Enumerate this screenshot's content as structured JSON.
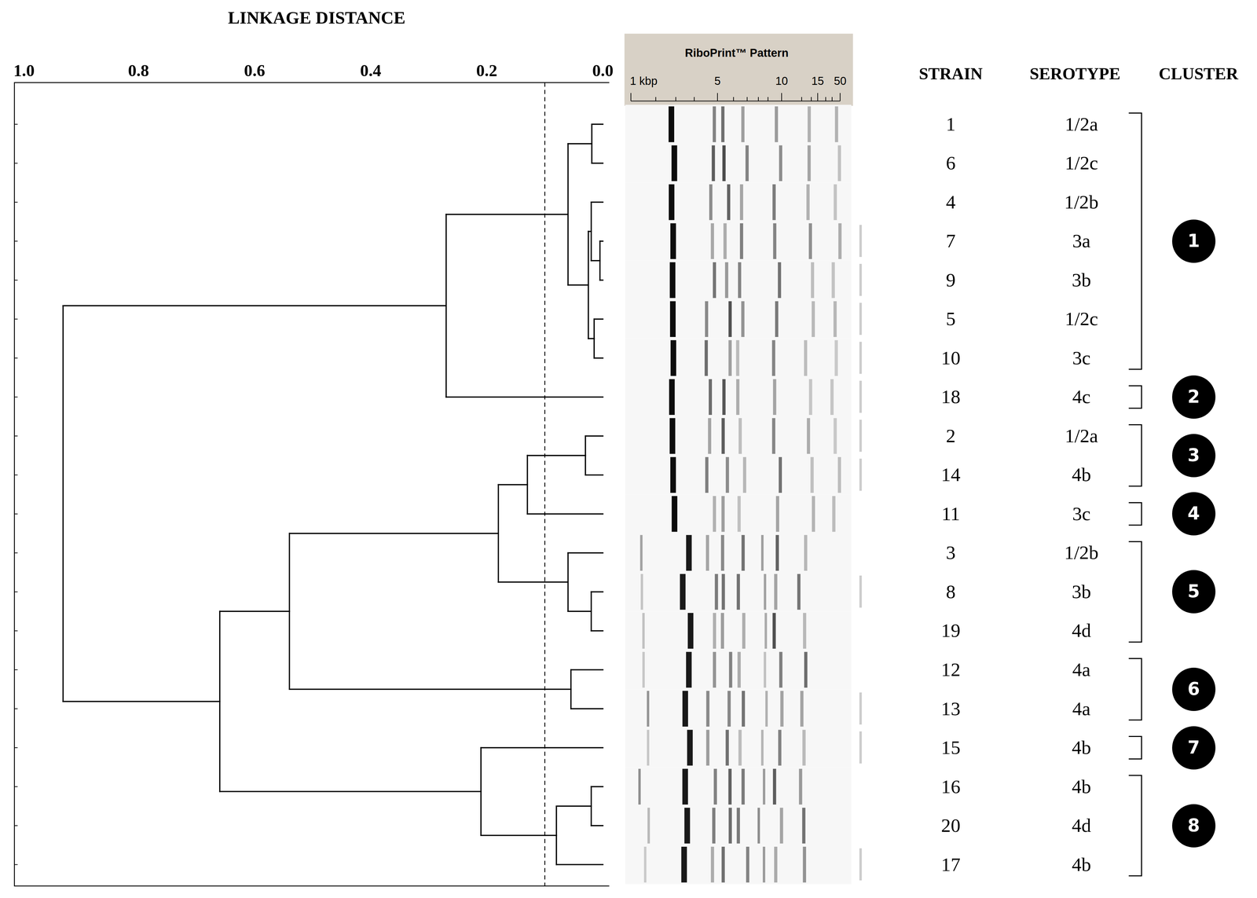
{
  "diagram": {
    "nodes": [
      {
        "text": [
          "1"
        ]
      },
      {
        "text": [
          "2"
        ]
      },
      {
        "text": [
          "3"
        ]
      },
      {
        "text": [
          "4"
        ]
      },
      {
        "text": [
          "5"
        ]
      },
      {
        "text": [
          "6"
        ]
      },
      {
        "text": [
          "7"
        ]
      },
      {
        "text": [
          "8"
        ]
      }
    ],
    "labels": [
      "LINKAGE DISTANCE",
      "1.0",
      "0.8",
      "0.6",
      "0.4",
      "0.2",
      "0.0",
      "RiboPrint™ Pattern",
      "1 kbp",
      "5",
      "10",
      "15",
      "50",
      "STRAIN",
      "SEROTYPE",
      "CLUSTER",
      "1",
      "1/2a",
      "6",
      "1/2c",
      "4",
      "1/2b",
      "7",
      "3a",
      "9",
      "3b",
      "5",
      "1/2c",
      "10",
      "3c",
      "18",
      "4c",
      "2",
      "1/2a",
      "14",
      "4b",
      "11",
      "3c",
      "3",
      "1/2b",
      "8",
      "3b",
      "19",
      "4d",
      "12",
      "4a",
      "13",
      "4a",
      "15",
      "4b",
      "16",
      "4b",
      "20",
      "4d",
      "17",
      "4b"
    ]
  }
}
